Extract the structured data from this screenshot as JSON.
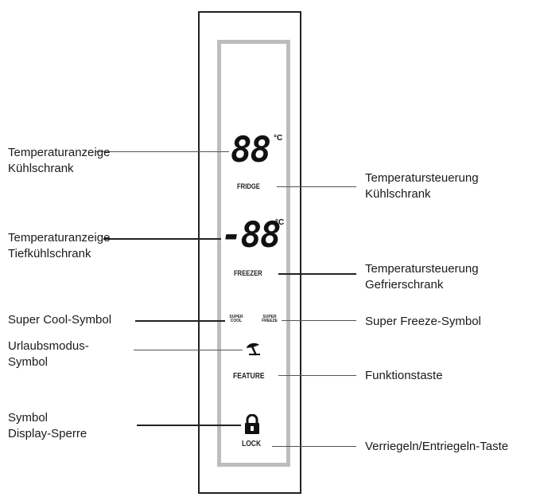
{
  "panel": {
    "fridge_display": "88",
    "freezer_display": "-88",
    "unit": "°C",
    "fridge_caption": "FRIDGE",
    "freezer_caption": "FREEZER",
    "super_cool_line1": "SUPER",
    "super_cool_line2": "COOL",
    "super_freeze_line1": "SUPER",
    "super_freeze_line2": "FREEZE",
    "feature_caption": "FEATURE",
    "lock_caption": "LOCK",
    "holiday_icon": "umbrella-icon",
    "lock_icon": "padlock-icon"
  },
  "left_labels": [
    {
      "line1": "Temperaturanzeige",
      "line2": "Kühlschrank"
    },
    {
      "line1": "Temperaturanzeige",
      "line2": "Tiefkühlschrank"
    },
    {
      "line1": "Super Cool-Symbol",
      "line2": ""
    },
    {
      "line1": "Urlaubsmodus-",
      "line2": "Symbol"
    },
    {
      "line1": "Symbol",
      "line2": "Display-Sperre"
    }
  ],
  "right_labels": [
    {
      "line1": "Temperatursteuerung",
      "line2": "Kühlschrank"
    },
    {
      "line1": "Temperatursteuerung",
      "line2": "Gefrierschrank"
    },
    {
      "line1": "Super Freeze-Symbol",
      "line2": ""
    },
    {
      "line1": "Funktionstaste",
      "line2": ""
    },
    {
      "line1": "Verriegeln/Entriegeln-Taste",
      "line2": ""
    }
  ]
}
